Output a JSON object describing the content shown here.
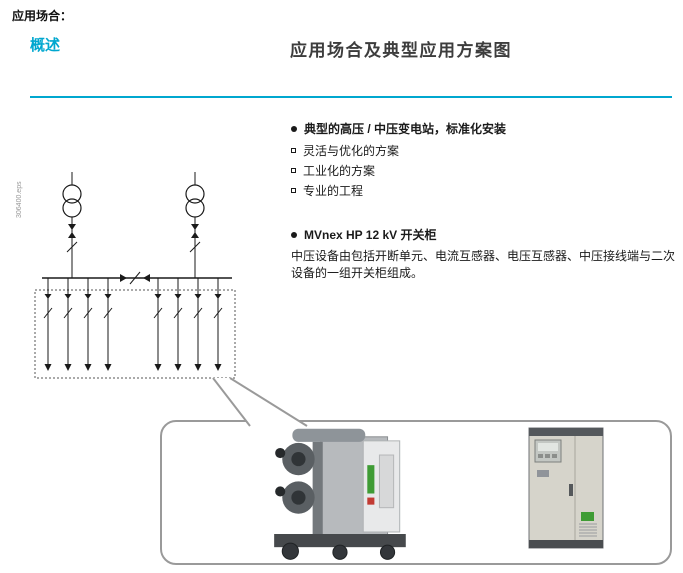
{
  "page": {
    "section_label": "应用场合：",
    "tab_label": "概述",
    "title": "应用场合及典型应用方案图",
    "figure_ref": "306400.eps"
  },
  "bullets": [
    "典型的高压 / 中压变电站，标准化安装",
    "灵活与优化的方案",
    "工业化的方案",
    "专业的工程"
  ],
  "product": {
    "name": "MVnex HP 12 kV 开关柜",
    "description": "中压设备由包括开断单元、电流互感器、电压互感器、中压接线端与二次设备的一组开关柜组成。"
  },
  "images": {
    "left": "vacuum-circuit-breaker",
    "right": "switchgear-cabinet"
  },
  "colors": {
    "accent": "#00a7cf",
    "callout_border": "#9a9a9a",
    "text": "#1a1a1a"
  }
}
